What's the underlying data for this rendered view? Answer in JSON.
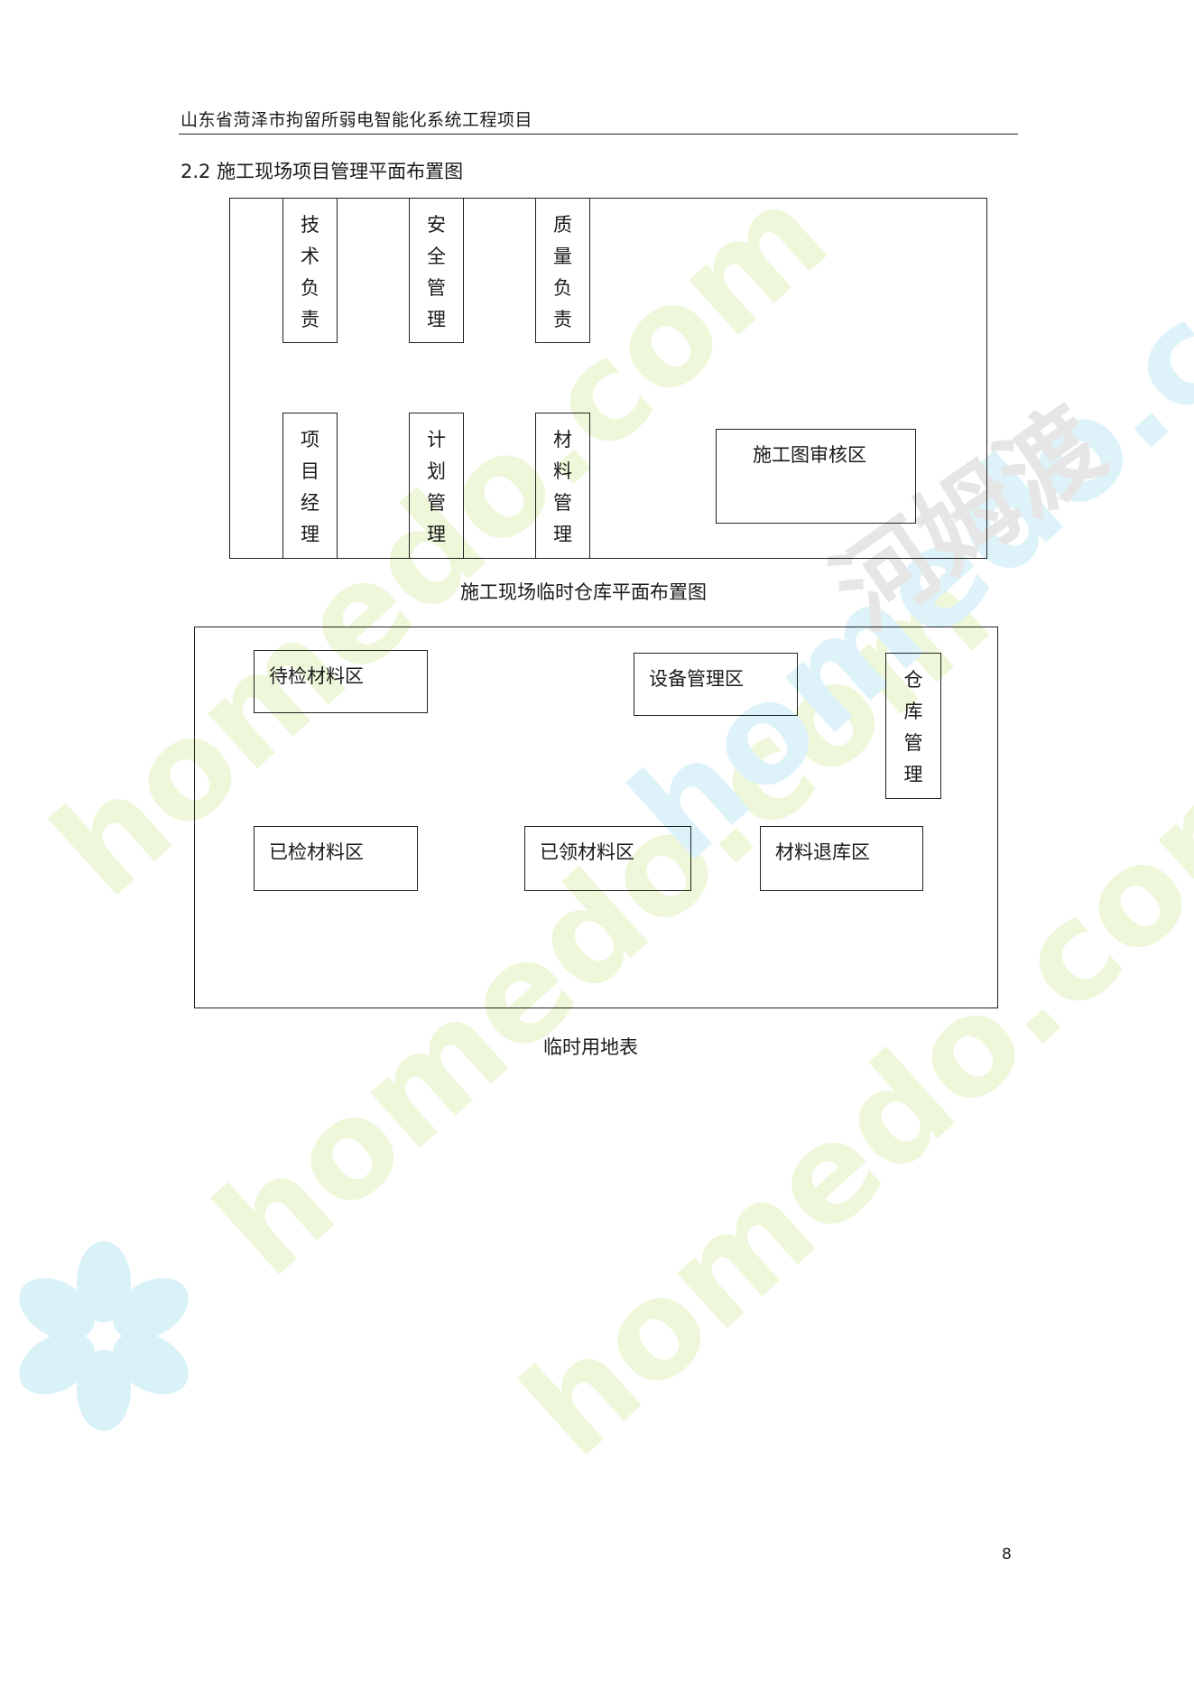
{
  "header": {
    "title": "山东省菏泽市拘留所弱电智能化系统工程项目"
  },
  "section": {
    "title": "2.2 施工现场项目管理平面布置图"
  },
  "layout1": {
    "top_boxes": [
      {
        "chars": [
          "技",
          "术",
          "负",
          "责"
        ]
      },
      {
        "chars": [
          "安",
          "全",
          "管",
          "理"
        ]
      },
      {
        "chars": [
          "质",
          "量",
          "负",
          "责"
        ]
      }
    ],
    "bottom_boxes": [
      {
        "chars": [
          "项",
          "目",
          "经",
          "理"
        ]
      },
      {
        "chars": [
          "计",
          "划",
          "管",
          "理"
        ]
      },
      {
        "chars": [
          "材",
          "料",
          "管",
          "理"
        ]
      }
    ],
    "review_area": "施工图审核区"
  },
  "layout1_caption": "施工现场临时仓库平面布置图",
  "layout2": {
    "pending_inspection": "待检材料区",
    "equipment_management": "设备管理区",
    "warehouse_management": {
      "chars": [
        "仓",
        "库",
        "管",
        "理"
      ]
    },
    "inspected": "已检材料区",
    "received": "已领材料区",
    "returned": "材料退库区"
  },
  "layout2_caption": "临时用地表",
  "page_number": "8",
  "watermark": {
    "brand": "homedo.com",
    "brand_cn": "河姆渡",
    "colors": {
      "green": "#eef6d8",
      "cyan": "#dcf3f8",
      "gray": "#e4e4e4"
    }
  }
}
